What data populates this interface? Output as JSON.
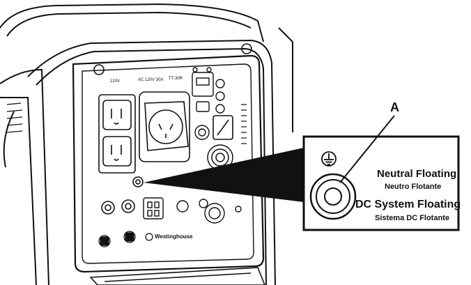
{
  "callout": {
    "letter": "A",
    "title_en": "Neutral Floating",
    "title_es": "Neutro Flotante",
    "subtitle_en": "DC System Floating",
    "subtitle_es": "Sistema DC Flotante"
  },
  "panel": {
    "brand": "Westinghouse",
    "outlet_left_rating": "120V",
    "outlet_center_rating": "AC 120V 30A",
    "outlet_right_rating": "TT-30R"
  },
  "icons": {
    "ground": "ground-symbol-icon",
    "terminal": "ground-terminal-icon"
  },
  "colors": {
    "line": "#111111",
    "background": "#ffffff"
  }
}
